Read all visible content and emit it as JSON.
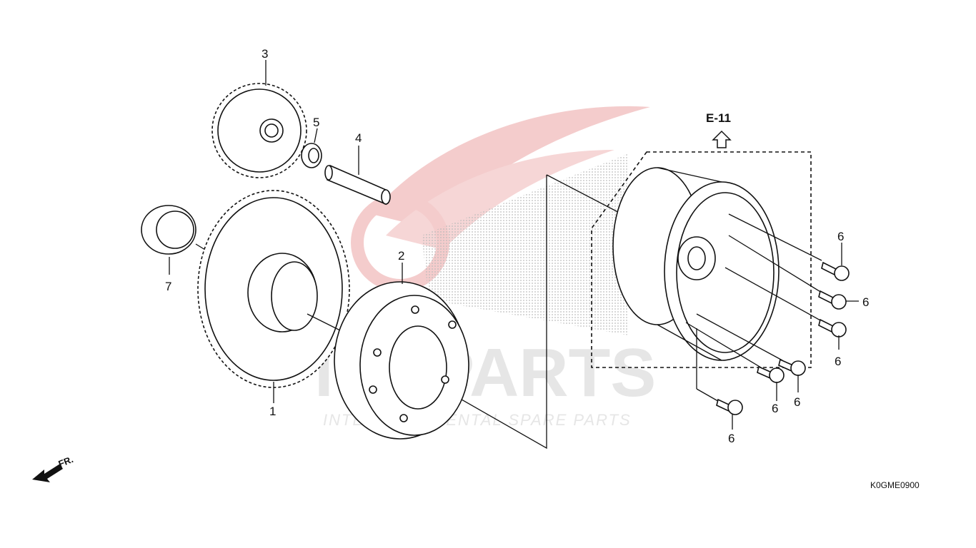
{
  "callouts": {
    "p1": "1",
    "p2": "2",
    "p3": "3",
    "p4": "4",
    "p5": "5",
    "p6a": "6",
    "p6b": "6",
    "p6c": "6",
    "p6d": "6",
    "p6e": "6",
    "p6f": "6",
    "p7": "7"
  },
  "reference": {
    "label": "E-11",
    "arrow_icon": "up-arrow-outline-icon"
  },
  "direction": {
    "label": "FR.",
    "arrow_icon": "front-direction-arrow-icon"
  },
  "diagram_code": "K0GME0900",
  "watermark": {
    "brand": "ICSPARTS",
    "tagline": "INTERCONTINENTAL SPARE PARTS",
    "logo_icon": "winged-logo-watermark"
  }
}
